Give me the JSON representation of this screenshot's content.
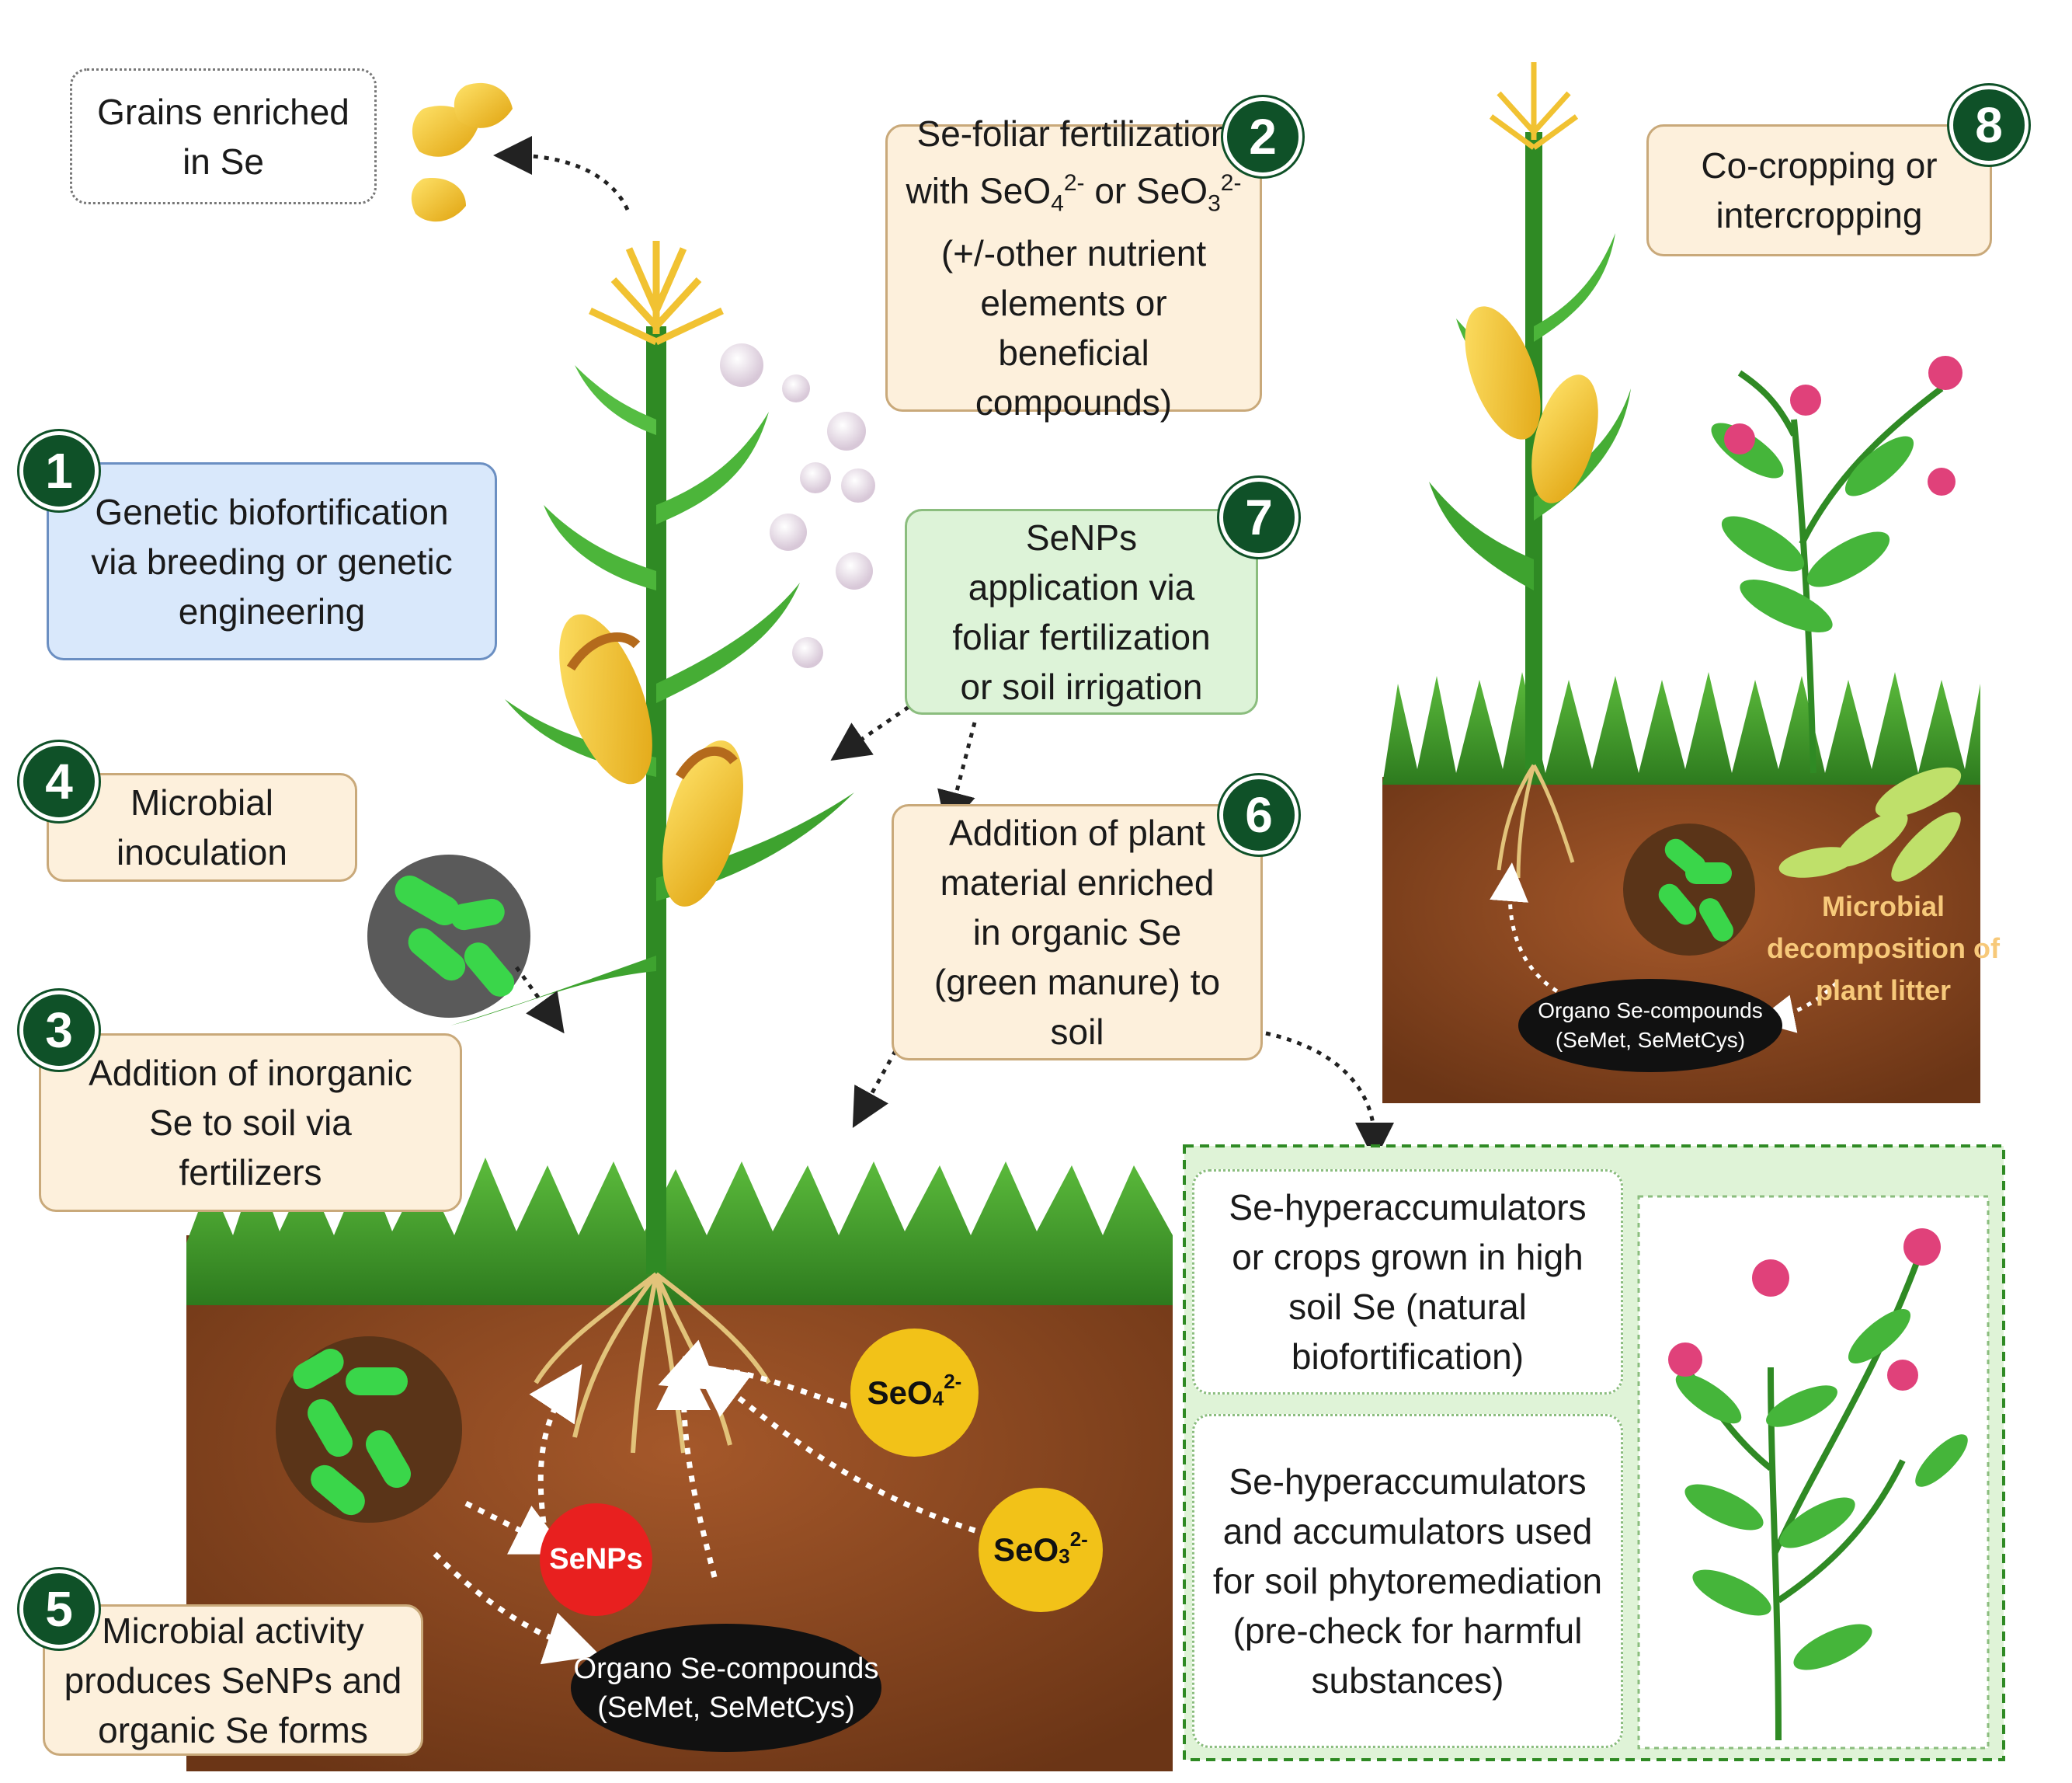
{
  "boxes": {
    "grains": [
      "Grains enriched",
      "in Se"
    ],
    "foliar": {
      "l1": "Se-foliar fertilization",
      "l2_prefix": "with SeO",
      "l2_sub1": "4",
      "l2_sup1": "2-",
      "l2_mid": " or SeO",
      "l2_sub2": "3",
      "l2_sup2": "2-",
      "l3": "(+/-other nutrient",
      "l4": "elements or beneficial",
      "l5": "compounds)"
    },
    "genetic": [
      "Genetic biofortification",
      "via breeding or genetic",
      "engineering"
    ],
    "senps_app": [
      "SeNPs",
      "application via",
      "foliar fertilization",
      "or soil irrigation"
    ],
    "microbial_inoc": [
      "Microbial",
      "inoculation"
    ],
    "plant_material": [
      "Addition of plant",
      "material enriched",
      "in organic Se",
      "(green manure) to",
      "soil"
    ],
    "inorganic": [
      "Addition of inorganic",
      "Se to soil via",
      "fertilizers"
    ],
    "microbial_activity": [
      "Microbial activity",
      "produces SeNPs and",
      "organic Se forms"
    ],
    "cocropping": [
      "Co-cropping or",
      "intercropping"
    ],
    "hyper1": [
      "Se-hyperaccumulators",
      "or crops grown in high",
      "soil Se (natural",
      "biofortification)"
    ],
    "hyper2": [
      "Se-hyperaccumulators",
      "and accumulators used",
      "for soil phytoremediation",
      "(pre-check for harmful",
      "substances)"
    ]
  },
  "badges": {
    "b1": "1",
    "b2": "2",
    "b3": "3",
    "b4": "4",
    "b5": "5",
    "b6": "6",
    "b7": "7",
    "b8": "8"
  },
  "soil": {
    "seo4": {
      "base": "SeO",
      "sub": "4",
      "sup": "2-"
    },
    "seo3": {
      "base": "SeO",
      "sub": "3",
      "sup": "2-"
    },
    "senps": "SeNPs",
    "organo": [
      "Organo Se-compounds",
      "(SeMet, SeMetCys)"
    ]
  },
  "panel8": {
    "decomp": [
      "Microbial",
      "decomposition of",
      "plant litter"
    ],
    "organo": [
      "Organo Se-compounds",
      "(SeMet, SeMetCys)"
    ]
  },
  "colors": {
    "badge": "#0f5128",
    "soil": "#8a4a22",
    "grass": "#3f9a2c",
    "corn": "#f1c232",
    "flower": "#e0417a"
  }
}
